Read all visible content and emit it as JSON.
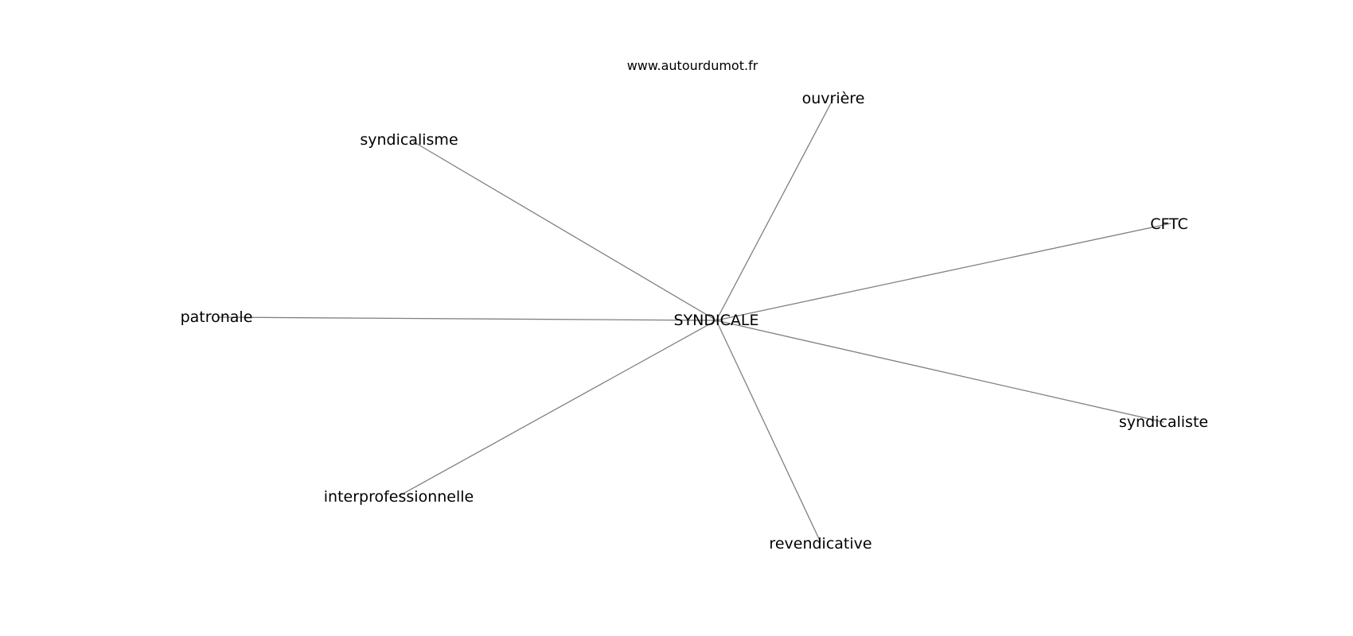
{
  "source": "www.autourdumot.fr",
  "center": {
    "label": "SYNDICALE"
  },
  "nodes": [
    {
      "id": "ouvriere",
      "label": "ouvrière"
    },
    {
      "id": "syndicalisme",
      "label": "syndicalisme"
    },
    {
      "id": "cftc",
      "label": "CFTC"
    },
    {
      "id": "patronale",
      "label": "patronale"
    },
    {
      "id": "syndicaliste",
      "label": "syndicaliste"
    },
    {
      "id": "interprofessionnelle",
      "label": "interprofessionnelle"
    },
    {
      "id": "revendicative",
      "label": "revendicative"
    }
  ]
}
